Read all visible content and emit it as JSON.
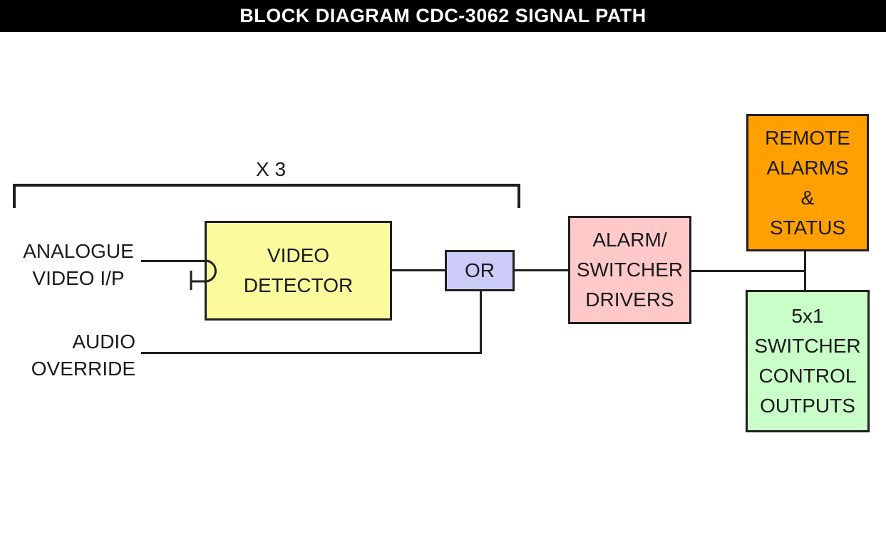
{
  "title": "BLOCK DIAGRAM CDC-3062 SIGNAL PATH",
  "labels": {
    "multiplier": "X 3",
    "analogue_input_line1": "ANALOGUE",
    "analogue_input_line2": "VIDEO I/P",
    "audio_override_line1": "AUDIO",
    "audio_override_line2": "OVERRIDE"
  },
  "blocks": {
    "video_detector": {
      "lines": [
        "VIDEO",
        "DETECTOR"
      ],
      "fill": "#FBFB9E"
    },
    "or_gate": {
      "lines": [
        "OR"
      ],
      "fill": "#CCCCF8"
    },
    "alarm_switcher_drivers": {
      "lines": [
        "ALARM/",
        "SWITCHER",
        "DRIVERS"
      ],
      "fill": "#FFC9C9"
    },
    "remote_alarms_status": {
      "lines": [
        "REMOTE",
        "ALARMS",
        "&",
        "STATUS"
      ],
      "fill": "#FFA000"
    },
    "switcher_control_outputs": {
      "lines": [
        "5x1",
        "SWITCHER",
        "CONTROL",
        "OUTPUTS"
      ],
      "fill": "#C9FEC9"
    }
  },
  "colors": {
    "title_bar_bg": "#000000",
    "title_text": "#FFFFFF",
    "line": "#1F1F1F",
    "background": "#FFFFFF"
  }
}
